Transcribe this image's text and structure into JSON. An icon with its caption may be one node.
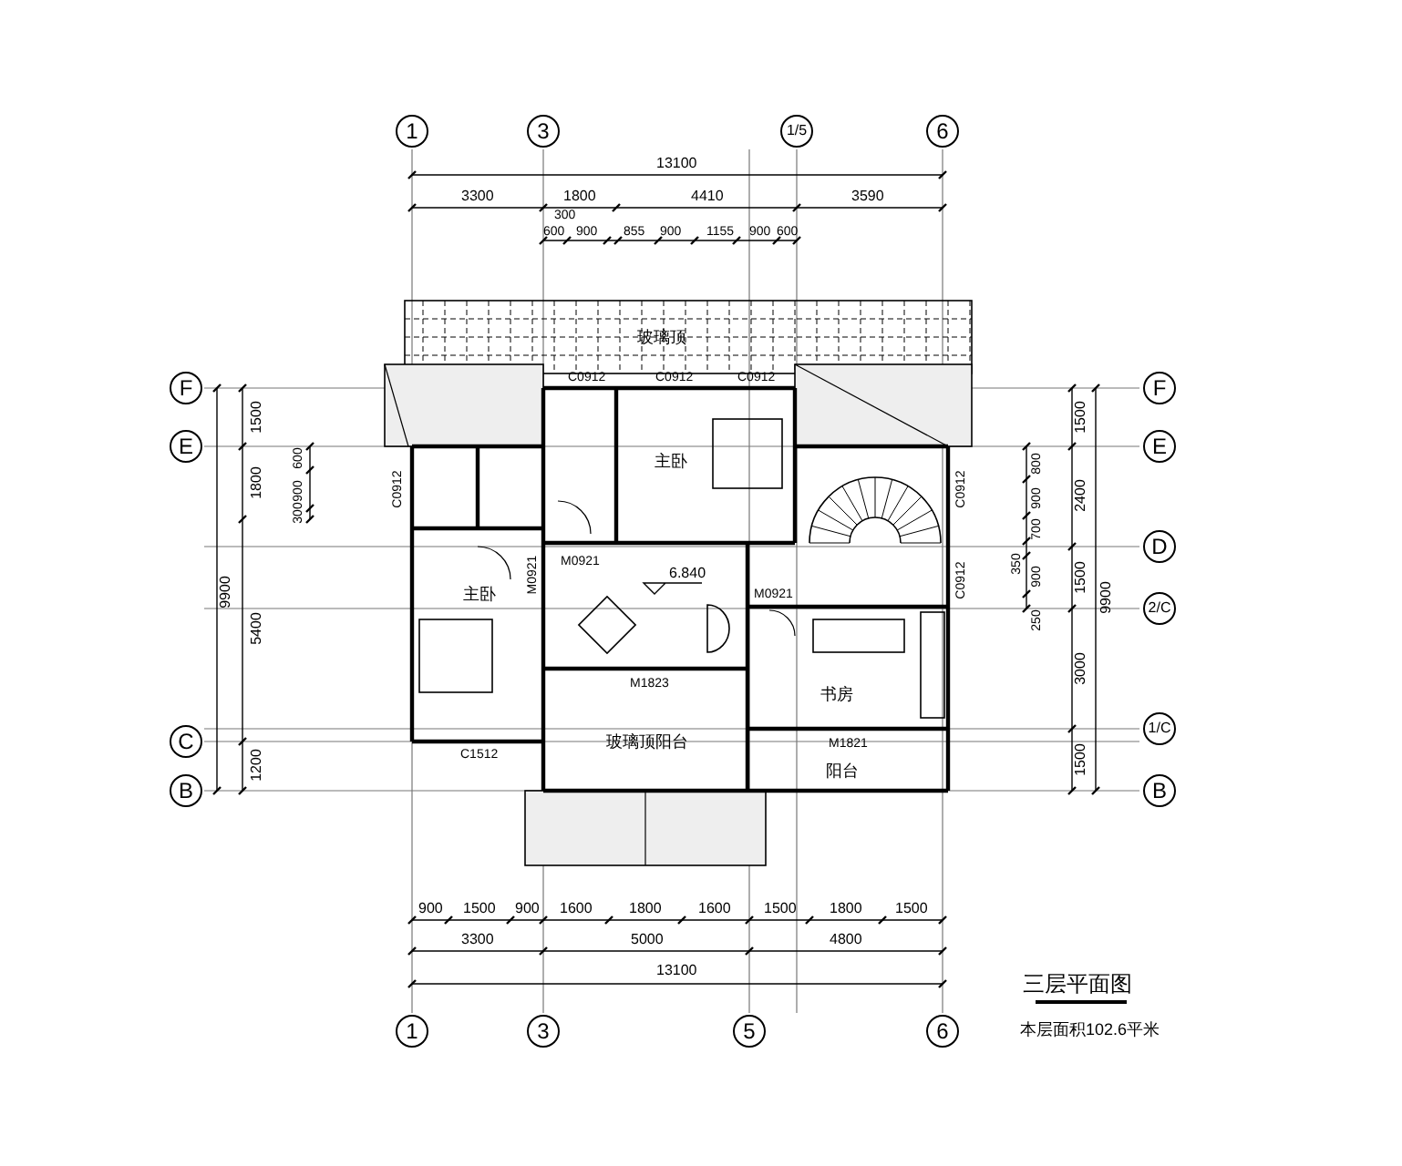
{
  "diagram": {
    "title": "三层平面图",
    "caption": "本层面积102.6平米",
    "labels": [
      "1",
      "3",
      "1/5",
      "6",
      "13100",
      "3300",
      "1800",
      "4410",
      "3590",
      "300",
      "600",
      "900",
      "855",
      "900",
      "1155",
      "900",
      "600",
      "玻璃顶",
      "C0912",
      "C0912",
      "C0912",
      "F",
      "E",
      "C",
      "B",
      "9900",
      "1500",
      "1800",
      "5400",
      "1200",
      "600",
      "900",
      "300",
      "F",
      "E",
      "D",
      "2/C",
      "1/C",
      "B",
      "1500",
      "2400",
      "1500",
      "3000",
      "1500",
      "9900",
      "800",
      "900",
      "700",
      "350",
      "900",
      "250",
      "C0912",
      "主卧",
      "C0912",
      "C0912",
      "M0921",
      "M0921",
      "6.840",
      "主卧",
      "M0921",
      "书房",
      "M1823",
      "玻璃顶阳台",
      "C1512",
      "M1821",
      "阳台",
      "900",
      "1500",
      "900",
      "1600",
      "1800",
      "1600",
      "1500",
      "1800",
      "1500",
      "3300",
      "5000",
      "4800",
      "13100",
      "1",
      "3",
      "5",
      "6"
    ]
  }
}
